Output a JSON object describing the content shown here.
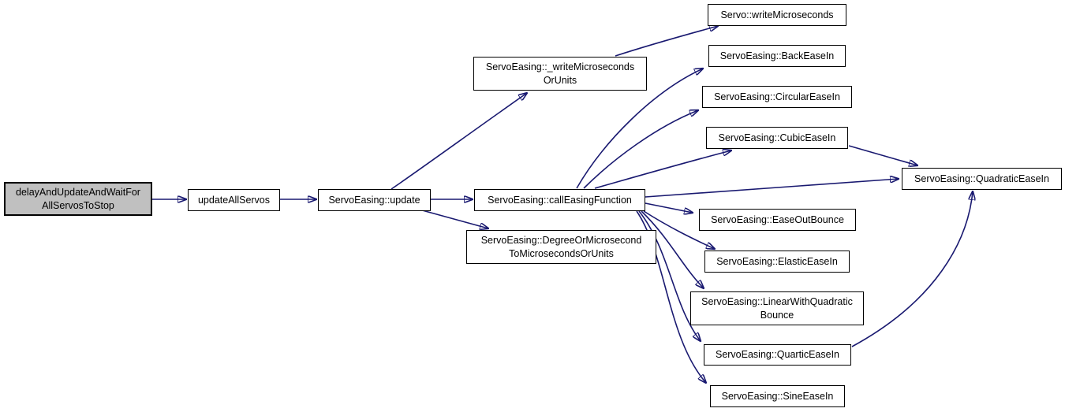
{
  "diagram": {
    "kind": "doxygen-call-graph",
    "background_color": "#ffffff",
    "node_fill_color": "#ffffff",
    "node_border_color": "#000000",
    "highlight_fill_color": "#c0c0c0",
    "edge_color": "#191970"
  },
  "nodes": [
    {
      "id": "delayAndUpdateAndWaitForAllServosToStop",
      "label": "delayAndUpdateAndWaitFor\nAllServosToStop",
      "highlighted": true
    },
    {
      "id": "updateAllServos",
      "label": "updateAllServos",
      "highlighted": false
    },
    {
      "id": "ServoEasing::update",
      "label": "ServoEasing::update",
      "highlighted": false
    },
    {
      "id": "ServoEasing::_writeMicrosecondsOrUnits",
      "label": "ServoEasing::_writeMicroseconds\nOrUnits",
      "highlighted": false
    },
    {
      "id": "ServoEasing::callEasingFunction",
      "label": "ServoEasing::callEasingFunction",
      "highlighted": false
    },
    {
      "id": "ServoEasing::DegreeOrMicrosecondToMicrosecondsOrUnits",
      "label": "ServoEasing::DegreeOrMicrosecond\nToMicrosecondsOrUnits",
      "highlighted": false
    },
    {
      "id": "Servo::writeMicroseconds",
      "label": "Servo::writeMicroseconds",
      "highlighted": false
    },
    {
      "id": "ServoEasing::BackEaseIn",
      "label": "ServoEasing::BackEaseIn",
      "highlighted": false
    },
    {
      "id": "ServoEasing::CircularEaseIn",
      "label": "ServoEasing::CircularEaseIn",
      "highlighted": false
    },
    {
      "id": "ServoEasing::CubicEaseIn",
      "label": "ServoEasing::CubicEaseIn",
      "highlighted": false
    },
    {
      "id": "ServoEasing::QuadraticEaseIn",
      "label": "ServoEasing::QuadraticEaseIn",
      "highlighted": false
    },
    {
      "id": "ServoEasing::EaseOutBounce",
      "label": "ServoEasing::EaseOutBounce",
      "highlighted": false
    },
    {
      "id": "ServoEasing::ElasticEaseIn",
      "label": "ServoEasing::ElasticEaseIn",
      "highlighted": false
    },
    {
      "id": "ServoEasing::LinearWithQuadraticBounce",
      "label": "ServoEasing::LinearWithQuadratic\nBounce",
      "highlighted": false
    },
    {
      "id": "ServoEasing::QuarticEaseIn",
      "label": "ServoEasing::QuarticEaseIn",
      "highlighted": false
    },
    {
      "id": "ServoEasing::SineEaseIn",
      "label": "ServoEasing::SineEaseIn",
      "highlighted": false
    }
  ],
  "edges": [
    {
      "from": "delayAndUpdateAndWaitForAllServosToStop",
      "to": "updateAllServos"
    },
    {
      "from": "updateAllServos",
      "to": "ServoEasing::update"
    },
    {
      "from": "ServoEasing::update",
      "to": "ServoEasing::_writeMicrosecondsOrUnits"
    },
    {
      "from": "ServoEasing::update",
      "to": "ServoEasing::callEasingFunction"
    },
    {
      "from": "ServoEasing::update",
      "to": "ServoEasing::DegreeOrMicrosecondToMicrosecondsOrUnits"
    },
    {
      "from": "ServoEasing::_writeMicrosecondsOrUnits",
      "to": "Servo::writeMicroseconds"
    },
    {
      "from": "ServoEasing::callEasingFunction",
      "to": "ServoEasing::BackEaseIn"
    },
    {
      "from": "ServoEasing::callEasingFunction",
      "to": "ServoEasing::CircularEaseIn"
    },
    {
      "from": "ServoEasing::callEasingFunction",
      "to": "ServoEasing::CubicEaseIn"
    },
    {
      "from": "ServoEasing::callEasingFunction",
      "to": "ServoEasing::QuadraticEaseIn"
    },
    {
      "from": "ServoEasing::callEasingFunction",
      "to": "ServoEasing::EaseOutBounce"
    },
    {
      "from": "ServoEasing::callEasingFunction",
      "to": "ServoEasing::ElasticEaseIn"
    },
    {
      "from": "ServoEasing::callEasingFunction",
      "to": "ServoEasing::LinearWithQuadraticBounce"
    },
    {
      "from": "ServoEasing::callEasingFunction",
      "to": "ServoEasing::QuarticEaseIn"
    },
    {
      "from": "ServoEasing::callEasingFunction",
      "to": "ServoEasing::SineEaseIn"
    },
    {
      "from": "ServoEasing::CubicEaseIn",
      "to": "ServoEasing::QuadraticEaseIn"
    },
    {
      "from": "ServoEasing::QuarticEaseIn",
      "to": "ServoEasing::QuadraticEaseIn"
    }
  ]
}
